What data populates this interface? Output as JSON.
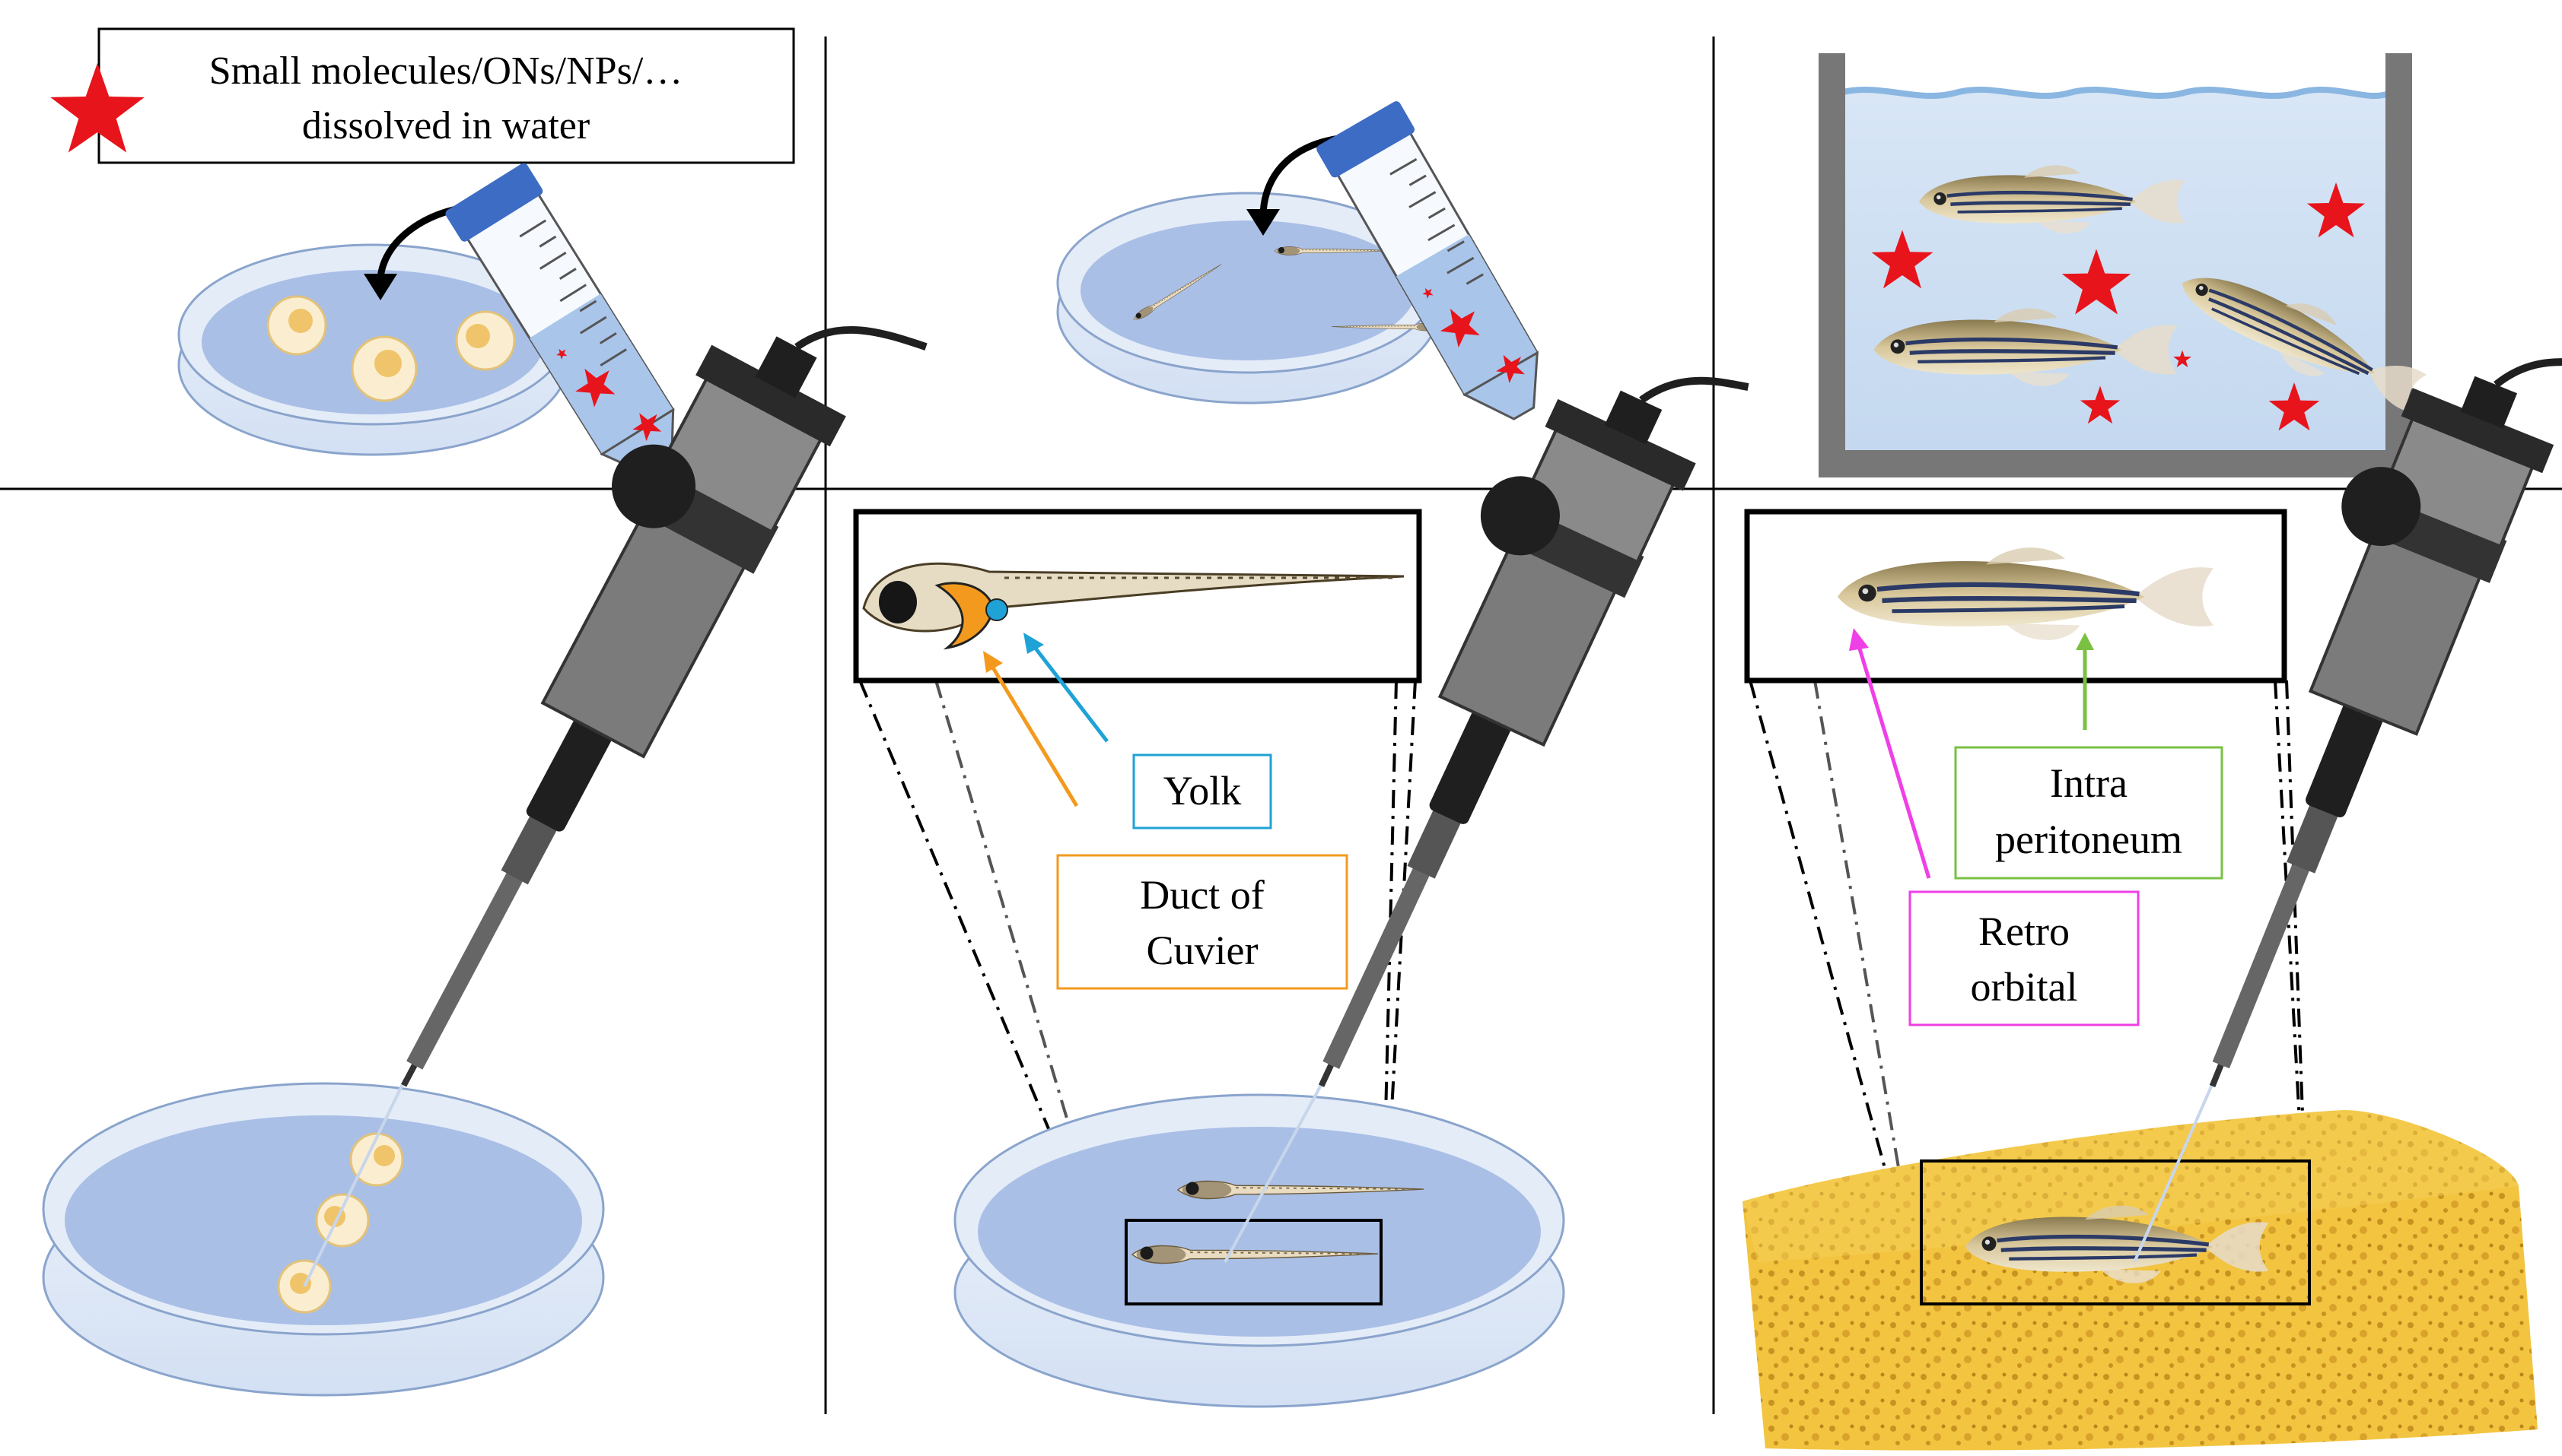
{
  "legend": {
    "line1": "Small molecules/ONs/NPs/…",
    "line2": "dissolved in water",
    "star_color": "#e8141b"
  },
  "labels": {
    "yolk": "Yolk",
    "cuvier_line1": "Duct of",
    "cuvier_line2": "Cuvier",
    "intra_line1": "Intra",
    "intra_line2": "peritoneum",
    "retro_line1": "Retro",
    "retro_line2": "orbital"
  },
  "colors": {
    "yolk_box": "#1fa2d6",
    "cuvier_box": "#f39a1e",
    "intra_box": "#7ac143",
    "retro_box": "#ef3fe6",
    "water": "#cfe0f3",
    "dish_liquid": "#a9bfe6",
    "sponge": "#f2c440"
  },
  "panels": [
    {
      "row": 1,
      "col": 1,
      "content": "petri dish with embryos, tube with stars"
    },
    {
      "row": 1,
      "col": 2,
      "content": "petri dish with larvae, tube with stars"
    },
    {
      "row": 1,
      "col": 3,
      "content": "tank with adult zebrafish and stars"
    },
    {
      "row": 2,
      "col": 1,
      "content": "microinjector into embryos"
    },
    {
      "row": 2,
      "col": 2,
      "content": "microinjector into larvae with zoom inset"
    },
    {
      "row": 2,
      "col": 3,
      "content": "microinjector into adult fish on sponge with zoom inset"
    }
  ]
}
